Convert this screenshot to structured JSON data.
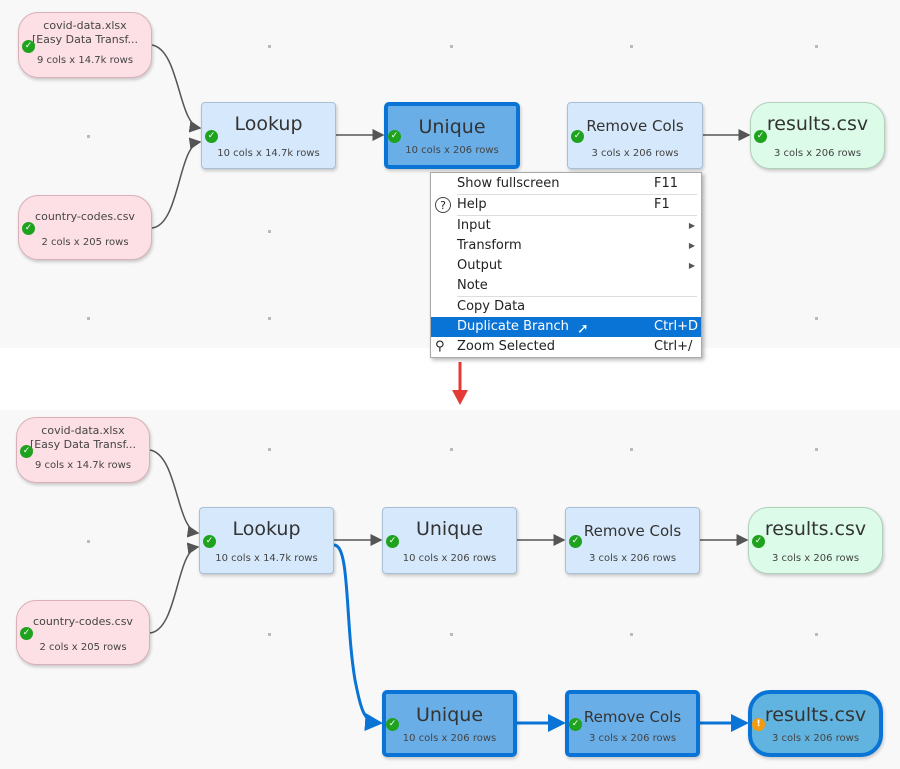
{
  "top": {
    "nodes": {
      "covid": {
        "title": "covid-data.xlsx",
        "title2": "[Easy Data Transf...",
        "sub": "9 cols x 14.7k rows",
        "status": "ok"
      },
      "country": {
        "title": "country-codes.csv",
        "sub": "2 cols x 205 rows",
        "status": "ok"
      },
      "lookup": {
        "title": "Lookup",
        "sub": "10 cols x 14.7k rows",
        "status": "ok"
      },
      "unique": {
        "title": "Unique",
        "sub": "10 cols x 206 rows",
        "status": "ok",
        "selected": true
      },
      "remove": {
        "title": "Remove Cols",
        "sub": "3 cols x 206 rows",
        "status": "ok"
      },
      "results": {
        "title": "results.csv",
        "sub": "3 cols x 206 rows",
        "status": "ok"
      }
    }
  },
  "menu": {
    "items": [
      {
        "label": "Show fullscreen",
        "shortcut": "F11"
      },
      {
        "label": "Help",
        "shortcut": "F1",
        "icon": "help-circle-icon"
      },
      {
        "label": "Input",
        "submenu": true
      },
      {
        "label": "Transform",
        "submenu": true
      },
      {
        "label": "Output",
        "submenu": true
      },
      {
        "label": "Note"
      },
      {
        "label": "Copy Data"
      },
      {
        "label": "Duplicate Branch",
        "shortcut": "Ctrl+D",
        "highlighted": true
      },
      {
        "label": "Zoom Selected",
        "shortcut": "Ctrl+/",
        "icon": "zoom-icon"
      }
    ]
  },
  "bottom": {
    "nodes": {
      "covid": {
        "title": "covid-data.xlsx",
        "title2": "[Easy Data Transf...",
        "sub": "9 cols x 14.7k rows",
        "status": "ok"
      },
      "country": {
        "title": "country-codes.csv",
        "sub": "2 cols x 205 rows",
        "status": "ok"
      },
      "lookup": {
        "title": "Lookup",
        "sub": "10 cols x 14.7k rows",
        "status": "ok"
      },
      "unique": {
        "title": "Unique",
        "sub": "10 cols x 206 rows",
        "status": "ok"
      },
      "remove": {
        "title": "Remove Cols",
        "sub": "3 cols x 206 rows",
        "status": "ok"
      },
      "results": {
        "title": "results.csv",
        "sub": "3 cols x 206 rows",
        "status": "ok"
      },
      "unique2": {
        "title": "Unique",
        "sub": "10 cols x 206 rows",
        "status": "ok",
        "selected": true
      },
      "remove2": {
        "title": "Remove Cols",
        "sub": "3 cols x 206 rows",
        "status": "ok",
        "selected": true
      },
      "results2": {
        "title": "results.csv",
        "sub": "3 cols x 206 rows",
        "status": "warning",
        "selected": true
      }
    }
  },
  "colors": {
    "selection": "#0a74d6",
    "input": "#fde0e6",
    "transform": "#d6e9fc",
    "output": "#dcfbe8",
    "ok": "#1fa31f",
    "warning": "#f39a10",
    "arrow": "#e53935"
  }
}
